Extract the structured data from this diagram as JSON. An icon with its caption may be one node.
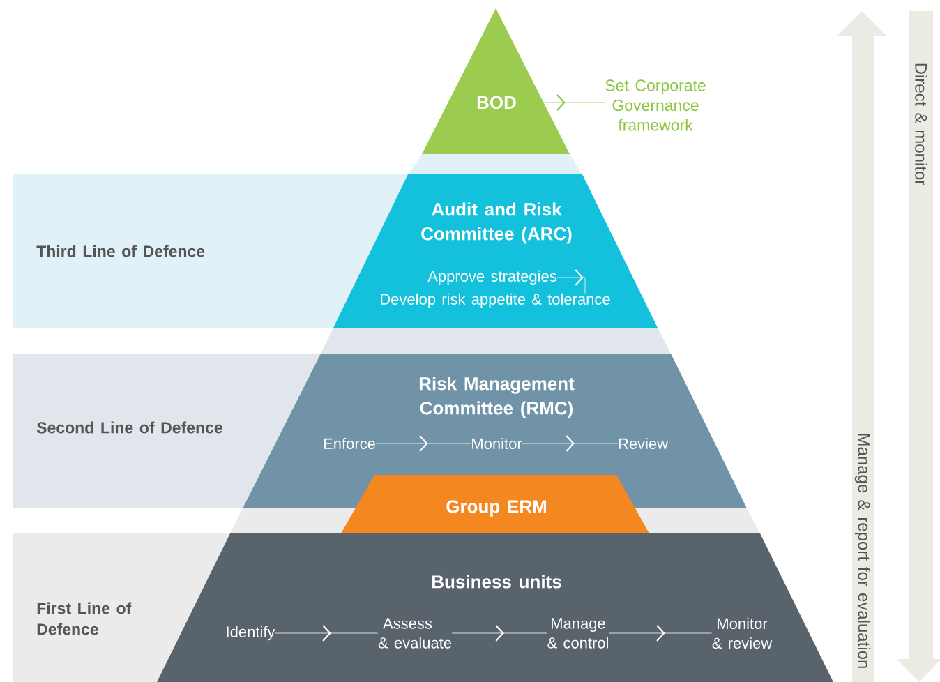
{
  "diagram": {
    "nodes": [
      {
        "text": [
          "BOD"
        ]
      },
      {
        "text": [
          "Set Corporate Governance framework"
        ]
      },
      {
        "text": [
          "Third Line of Defence"
        ]
      },
      {
        "text": [
          "Audit and Risk Committee (ARC)"
        ]
      },
      {
        "text": [
          "Approve strategies"
        ],
        "in": 3
      },
      {
        "text": [
          "Develop risk appetite & tolerance"
        ],
        "in": 3
      },
      {
        "text": [
          "Second Line of Defence"
        ]
      },
      {
        "text": [
          "Risk Management Committee (RMC)"
        ]
      },
      {
        "text": [
          "Enforce"
        ],
        "in": 7
      },
      {
        "text": [
          "Monitor"
        ],
        "in": 7
      },
      {
        "text": [
          "Review"
        ],
        "in": 7
      },
      {
        "text": [
          "Group ERM"
        ]
      },
      {
        "text": [
          "First Line of Defence"
        ]
      },
      {
        "text": [
          "Business units"
        ]
      },
      {
        "text": [
          "Identify"
        ],
        "in": 13
      },
      {
        "text": [
          "Assess & evaluate"
        ],
        "in": 13
      },
      {
        "text": [
          "Manage & control"
        ],
        "in": 13
      },
      {
        "text": [
          "Monitor & review"
        ],
        "in": 13
      }
    ],
    "edges": [
      {
        "from": 0,
        "to": 1,
        "arrow": "to",
        "color": "#8dc63f"
      },
      {
        "from": 4,
        "to": 5,
        "arrow": "to"
      },
      {
        "from": 8,
        "to": 9,
        "arrow": "to"
      },
      {
        "from": 9,
        "to": 10,
        "arrow": "to"
      },
      {
        "from": 14,
        "to": 15,
        "arrow": "to"
      },
      {
        "from": 15,
        "to": 16,
        "arrow": "to"
      },
      {
        "from": 16,
        "to": 17,
        "arrow": "to"
      }
    ],
    "labels": [
      "Manage & report for evaluation",
      "Direct & monitor"
    ]
  }
}
